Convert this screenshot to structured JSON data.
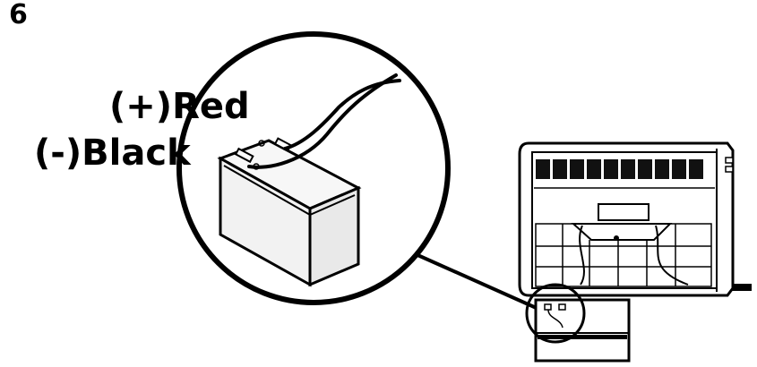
{
  "step": {
    "number": "6"
  },
  "labels": {
    "positive": "(+)Red",
    "negative": "(-)Black"
  },
  "colors": {
    "ink": "#000000",
    "background": "#ffffff",
    "light_fill": "#f2f2f2"
  }
}
